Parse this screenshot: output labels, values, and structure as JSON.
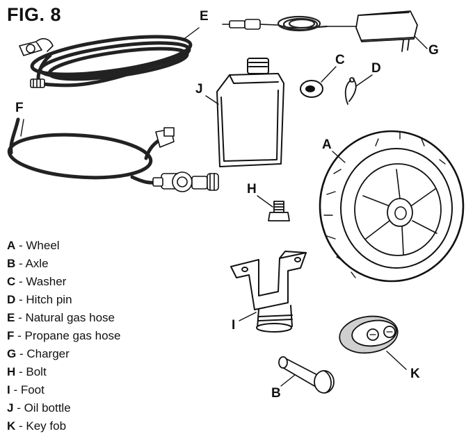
{
  "figure": {
    "title": "FIG. 8"
  },
  "callouts": {
    "A": "A",
    "B": "B",
    "C": "C",
    "D": "D",
    "E": "E",
    "F": "F",
    "G": "G",
    "H": "H",
    "I": "I",
    "J": "J",
    "K": "K"
  },
  "legend": [
    {
      "key": "A",
      "sep": " - ",
      "label": "Wheel"
    },
    {
      "key": "B",
      "sep": " - ",
      "label": "Axle"
    },
    {
      "key": "C",
      "sep": " - ",
      "label": "Washer"
    },
    {
      "key": "D",
      "sep": " - ",
      "label": "Hitch pin"
    },
    {
      "key": "E",
      "sep": " - ",
      "label": "Natural gas hose"
    },
    {
      "key": "F",
      "sep": " - ",
      "label": "Propane gas hose"
    },
    {
      "key": "G",
      "sep": " - ",
      "label": "Charger"
    },
    {
      "key": "H",
      "sep": " - ",
      "label": "Bolt"
    },
    {
      "key": "I",
      "sep": " - ",
      "label": "Foot"
    },
    {
      "key": "J",
      "sep": " - ",
      "label": "Oil bottle"
    },
    {
      "key": "K",
      "sep": " - ",
      "label": "Key fob"
    }
  ],
  "colors": {
    "ink": "#111111",
    "hose": "#222222",
    "fob_fill": "#cfcfcf"
  }
}
